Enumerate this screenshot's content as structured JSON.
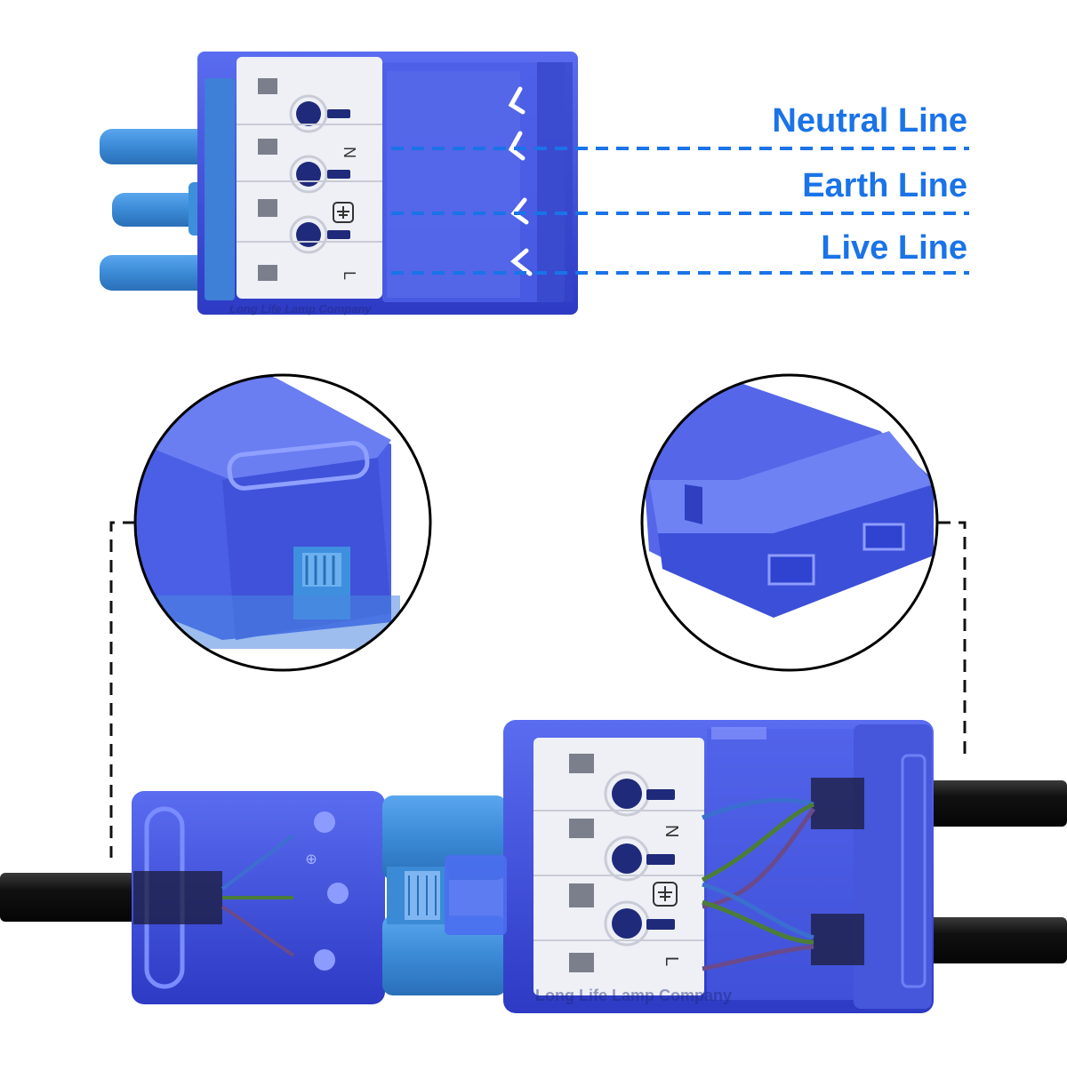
{
  "labels": {
    "neutral": "Neutral Line",
    "earth": "Earth Line",
    "live": "Live Line"
  },
  "terminal_marks": {
    "n": "N",
    "l": "L"
  },
  "watermark": {
    "top": "Long Life Lamp Company",
    "bottom": "Long Life Lamp Company"
  },
  "colors": {
    "label_blue": "#1a73e8",
    "housing_blue": "#3d4fd6",
    "terminal_white": "#eef0f6",
    "plug_blue": "#3d8ed8",
    "cable_black": "#141414"
  },
  "icons": [
    "earth-symbol-icon",
    "plug-pin-icon",
    "cable-icon"
  ]
}
